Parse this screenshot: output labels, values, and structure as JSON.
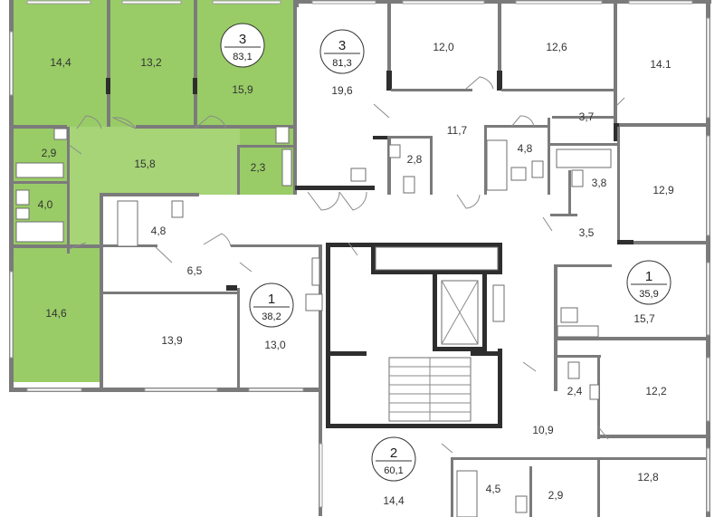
{
  "colors": {
    "selected_fill": "#99cc66",
    "selected_fill_light": "#a6d477",
    "wall": "#7b7b7b",
    "badge_fill": "#ffffff"
  },
  "selected_apartment": {
    "rooms": "3",
    "area": "83,1",
    "room_areas": [
      "14,4",
      "13,2",
      "15,9",
      "2,9",
      "15,8",
      "4,0",
      "2,3",
      "14,6"
    ]
  },
  "apartments": [
    {
      "id": "apt-top-center",
      "rooms": "3",
      "area": "81,3"
    },
    {
      "id": "apt-left-center",
      "rooms": "1",
      "area": "38,2"
    },
    {
      "id": "apt-right-center",
      "rooms": "1",
      "area": "35,9"
    },
    {
      "id": "apt-bottom",
      "rooms": "2",
      "area": "60,1"
    }
  ],
  "room_labels": [
    {
      "id": "sel-14-4",
      "text": "14,4"
    },
    {
      "id": "sel-13-2",
      "text": "13,2"
    },
    {
      "id": "sel-15-9",
      "text": "15,9"
    },
    {
      "id": "sel-2-9",
      "text": "2,9"
    },
    {
      "id": "sel-15-8",
      "text": "15,8"
    },
    {
      "id": "sel-4-0",
      "text": "4,0"
    },
    {
      "id": "sel-2-3",
      "text": "2,3"
    },
    {
      "id": "sel-14-6",
      "text": "14,6"
    },
    {
      "id": "r-19-6",
      "text": "19,6"
    },
    {
      "id": "r-12-0",
      "text": "12,0"
    },
    {
      "id": "r-12-6",
      "text": "12,6"
    },
    {
      "id": "r-14-1",
      "text": "14.1"
    },
    {
      "id": "r-11-7",
      "text": "11,7"
    },
    {
      "id": "r-3-7",
      "text": "3,7"
    },
    {
      "id": "r-2-8",
      "text": "2,8"
    },
    {
      "id": "r-4-8-top",
      "text": "4,8"
    },
    {
      "id": "r-3-8",
      "text": "3,8"
    },
    {
      "id": "r-12-9",
      "text": "12,9"
    },
    {
      "id": "r-3-5",
      "text": "3,5"
    },
    {
      "id": "r-4-8-left",
      "text": "4,8"
    },
    {
      "id": "r-6-5",
      "text": "6,5"
    },
    {
      "id": "r-13-9",
      "text": "13,9"
    },
    {
      "id": "r-13-0",
      "text": "13,0"
    },
    {
      "id": "r-15-7",
      "text": "15,7"
    },
    {
      "id": "r-2-4",
      "text": "2,4"
    },
    {
      "id": "r-12-2",
      "text": "12,2"
    },
    {
      "id": "r-10-9",
      "text": "10,9"
    },
    {
      "id": "r-12-8",
      "text": "12,8"
    },
    {
      "id": "r-4-5",
      "text": "4,5"
    },
    {
      "id": "r-2-9-bottom",
      "text": "2,9"
    },
    {
      "id": "r-14-4-bottom",
      "text": "14,4"
    }
  ]
}
